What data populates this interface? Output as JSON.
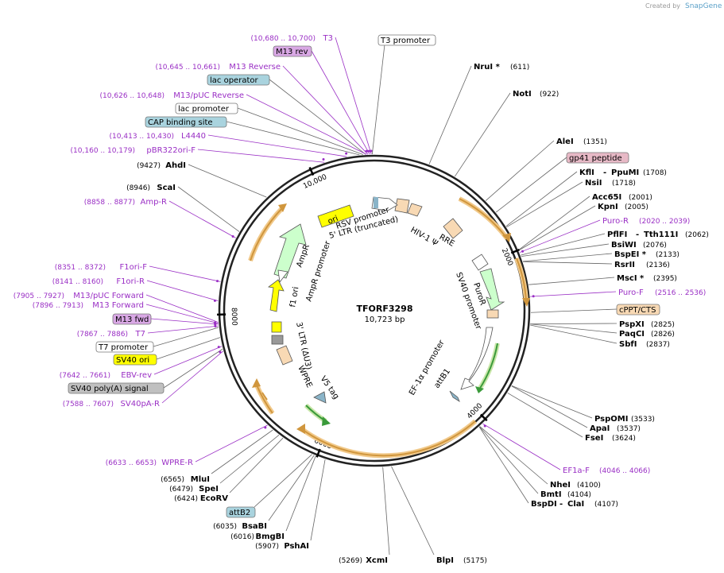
{
  "credit": {
    "created_by": "Created by",
    "brand": "SnapGene"
  },
  "plasmid": {
    "name": "TFORF3298",
    "length_label": "10,723 bp",
    "length": 10723
  },
  "ticks": [
    {
      "pos": 2000,
      "label": "2000"
    },
    {
      "pos": 4000,
      "label": "4000"
    },
    {
      "pos": 6000,
      "label": "6000"
    },
    {
      "pos": 8000,
      "label": "8000"
    },
    {
      "pos": 10000,
      "label": "10,000"
    }
  ],
  "right_labels": [
    {
      "name": "NruI *",
      "pos_text": "(611)",
      "pos": 611,
      "kind": "enzyme"
    },
    {
      "name": "NotI",
      "pos_text": "(922)",
      "pos": 922,
      "kind": "enzyme"
    },
    {
      "name": "AleI",
      "pos_text": "(1351)",
      "pos": 1351,
      "kind": "enzyme"
    },
    {
      "name": "gp41 peptide",
      "pos_text": "",
      "pos": 1520,
      "kind": "feature",
      "color": "#e7b9c6"
    },
    {
      "name": "KflI",
      "name2": "PpuMI",
      "pos_text": "(1708)",
      "pos": 1708,
      "kind": "enzyme"
    },
    {
      "name": "NsiI",
      "pos_text": "(1718)",
      "pos": 1718,
      "kind": "enzyme"
    },
    {
      "name": "Acc65I",
      "pos_text": "(2001)",
      "pos": 2001,
      "kind": "enzyme"
    },
    {
      "name": "KpnI",
      "pos_text": "(2005)",
      "pos": 2005,
      "kind": "enzyme"
    },
    {
      "name": "Puro-R",
      "pos_text": "(2020 .. 2039)",
      "pos": 2030,
      "kind": "primer"
    },
    {
      "name": "PflFI",
      "name2": "Tth111I",
      "pos_text": "(2062)",
      "pos": 2062,
      "kind": "enzyme"
    },
    {
      "name": "BsiWI",
      "pos_text": "(2076)",
      "pos": 2076,
      "kind": "enzyme"
    },
    {
      "name": "BspEI *",
      "pos_text": "(2133)",
      "pos": 2133,
      "kind": "enzyme"
    },
    {
      "name": "RsrII",
      "pos_text": "(2136)",
      "pos": 2136,
      "kind": "enzyme"
    },
    {
      "name": "MscI *",
      "pos_text": "(2395)",
      "pos": 2395,
      "kind": "enzyme"
    },
    {
      "name": "Puro-F",
      "pos_text": "(2516 .. 2536)",
      "pos": 2526,
      "kind": "primer"
    },
    {
      "name": "cPPT/CTS",
      "pos_text": "",
      "pos": 2700,
      "kind": "feature",
      "color": "#f8d9b4"
    },
    {
      "name": "PspXI",
      "pos_text": "(2825)",
      "pos": 2825,
      "kind": "enzyme"
    },
    {
      "name": "PaqCI",
      "pos_text": "(2826)",
      "pos": 2826,
      "kind": "enzyme"
    },
    {
      "name": "SbfI",
      "pos_text": "(2837)",
      "pos": 2837,
      "kind": "enzyme"
    },
    {
      "name": "PspOMI",
      "pos_text": "(3533)",
      "pos": 3533,
      "kind": "enzyme"
    },
    {
      "name": "ApaI",
      "pos_text": "(3537)",
      "pos": 3537,
      "kind": "enzyme"
    },
    {
      "name": "FseI",
      "pos_text": "(3624)",
      "pos": 3624,
      "kind": "enzyme"
    },
    {
      "name": "EF1a-F",
      "pos_text": "(4046 .. 4066)",
      "pos": 4056,
      "kind": "primer"
    },
    {
      "name": "NheI",
      "pos_text": "(4100)",
      "pos": 4100,
      "kind": "enzyme"
    },
    {
      "name": "BmtI",
      "pos_text": "(4104)",
      "pos": 4104,
      "kind": "enzyme"
    },
    {
      "name": "BspDI",
      "name2": "ClaI",
      "pos_text": "(4107)",
      "pos": 4107,
      "kind": "enzyme"
    }
  ],
  "bottom_labels": [
    {
      "name": "BlpI",
      "pos_text": "(5175)",
      "pos": 5175,
      "kind": "enzyme",
      "side": "right"
    },
    {
      "name": "XcmI",
      "pos_text": "(5269)",
      "pos": 5269,
      "kind": "enzyme",
      "side": "left"
    },
    {
      "name": "PshAI",
      "pos_text": "(5907)",
      "pos": 5907,
      "kind": "enzyme",
      "side": "left"
    },
    {
      "name": "BmgBI",
      "pos_text": "(6016)",
      "pos": 6016,
      "kind": "enzyme",
      "side": "left"
    },
    {
      "name": "BsaBI",
      "pos_text": "(6035)",
      "pos": 6035,
      "kind": "enzyme",
      "side": "left"
    },
    {
      "name": "attB2",
      "pos_text": "",
      "pos": 6060,
      "kind": "feature",
      "color": "#a9d3de",
      "side": "left"
    },
    {
      "name": "EcoRV",
      "pos_text": "(6424)",
      "pos": 6424,
      "kind": "enzyme",
      "side": "left"
    },
    {
      "name": "SpeI",
      "pos_text": "(6479)",
      "pos": 6479,
      "kind": "enzyme",
      "side": "left"
    },
    {
      "name": "MluI",
      "pos_text": "(6565)",
      "pos": 6565,
      "kind": "enzyme",
      "side": "left"
    }
  ],
  "left_labels": [
    {
      "name": "T3",
      "pos_text": "(10,680 .. 10,700)",
      "pos": 10690,
      "kind": "primer"
    },
    {
      "name": "M13 rev",
      "pos_text": "",
      "pos": 10672,
      "kind": "primerbox",
      "color": "#d9a8e5"
    },
    {
      "name": "M13 Reverse",
      "pos_text": "(10,645 .. 10,661)",
      "pos": 10653,
      "kind": "primer"
    },
    {
      "name": "lac operator",
      "pos_text": "",
      "pos": 10630,
      "kind": "feature",
      "color": "#a9d3de"
    },
    {
      "name": "M13/pUC Reverse",
      "pos_text": "(10,626 .. 10,648)",
      "pos": 10637,
      "kind": "primer"
    },
    {
      "name": "lac promoter",
      "pos_text": "",
      "pos": 10600,
      "kind": "feature",
      "color": "#ffffff"
    },
    {
      "name": "CAP binding site",
      "pos_text": "",
      "pos": 10560,
      "kind": "feature",
      "color": "#a9d3de"
    },
    {
      "name": "L4440",
      "pos_text": "(10,413 .. 10,430)",
      "pos": 10421,
      "kind": "primer"
    },
    {
      "name": "pBR322ori-F",
      "pos_text": "(10,160 .. 10,179)",
      "pos": 10170,
      "kind": "primer"
    },
    {
      "name": "AhdI",
      "pos_text": "(9427)",
      "pos": 9427,
      "kind": "enzyme"
    },
    {
      "name": "ScaI",
      "pos_text": "(8946)",
      "pos": 8946,
      "kind": "enzyme"
    },
    {
      "name": "Amp-R",
      "pos_text": "(8858 .. 8877)",
      "pos": 8868,
      "kind": "primer"
    },
    {
      "name": "F1ori-F",
      "pos_text": "(8351 .. 8372)",
      "pos": 8361,
      "kind": "primer"
    },
    {
      "name": "F1ori-R",
      "pos_text": "(8141 .. 8160)",
      "pos": 8150,
      "kind": "primer"
    },
    {
      "name": "M13/pUC Forward",
      "pos_text": "(7905 .. 7927)",
      "pos": 7916,
      "kind": "primer"
    },
    {
      "name": "M13 Forward",
      "pos_text": "(7896 .. 7913)",
      "pos": 7904,
      "kind": "primer"
    },
    {
      "name": "M13 fwd",
      "pos_text": "",
      "pos": 7895,
      "kind": "primerbox",
      "color": "#d9a8e5"
    },
    {
      "name": "T7",
      "pos_text": "(7867 .. 7886)",
      "pos": 7876,
      "kind": "primer"
    },
    {
      "name": "T7 promoter",
      "pos_text": "",
      "pos": 7860,
      "kind": "feature",
      "color": "#ffffff"
    },
    {
      "name": "SV40 ori",
      "pos_text": "",
      "pos": 7750,
      "kind": "feature",
      "color": "#ffff00"
    },
    {
      "name": "EBV-rev",
      "pos_text": "(7642 .. 7661)",
      "pos": 7651,
      "kind": "primer"
    },
    {
      "name": "SV40 poly(A) signal",
      "pos_text": "",
      "pos": 7620,
      "kind": "feature",
      "color": "#c0c0c0"
    },
    {
      "name": "SV40pA-R",
      "pos_text": "(7588 .. 7607)",
      "pos": 7597,
      "kind": "primer"
    },
    {
      "name": "WPRE-R",
      "pos_text": "(6633 .. 6653)",
      "pos": 6643,
      "kind": "primer"
    }
  ],
  "top_feature": {
    "name": "T3 promoter",
    "pos": 10700,
    "color": "#ffffff"
  },
  "inner_labels": {
    "rsv_promoter": "RSV promoter",
    "ltr5": "5' LTR (truncated)",
    "hiv_psi": "HIV-1 Ψ",
    "rre": "RRE",
    "ori": "ori",
    "ampr": "AmpR",
    "ampr_promoter": "AmpR promoter",
    "f1_ori": "f1 ori",
    "ltr3": "3' LTR (ΔU3)",
    "wpre": "WPRE",
    "v5_tag": "V5 tag",
    "puror": "PuroR",
    "sv40_promoter": "SV40 promoter",
    "ef1a_promoter": "EF-1α promoter",
    "attb1": "attB1"
  },
  "colors": {
    "primer": "#9a2fc5",
    "backbone": "#222222",
    "orf_arrow": "#d0963d",
    "orf_green": "#3a9a3a",
    "promoter_white": "#ffffff",
    "ori_yellow": "#ffff00",
    "ampr_green": "#ccffcc",
    "feature_tan": "#f8d9b4",
    "grey": "#999999"
  }
}
